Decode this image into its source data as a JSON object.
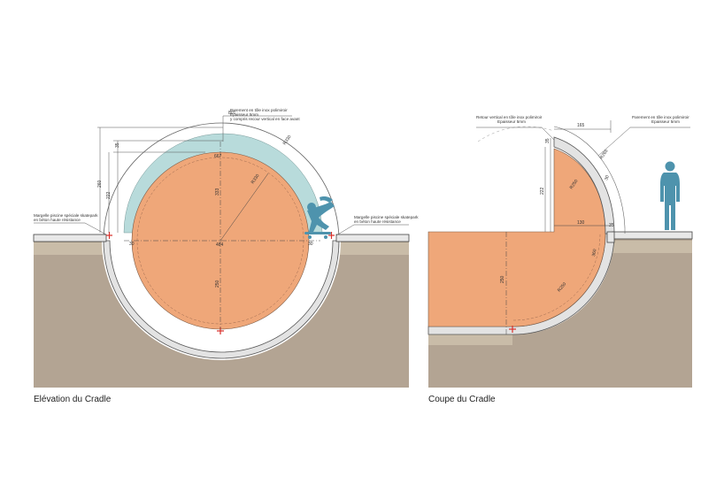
{
  "colors": {
    "ground": "#b3a493",
    "ground_band": "#c9bca8",
    "orange": "#efa779",
    "cyan": "#b8dbdb",
    "concrete": "#e3e3e3",
    "figure": "#4e93ad",
    "line": "#555555",
    "red_mark": "#d9302a"
  },
  "icons": {
    "skater": "skateboarder-silhouette-icon",
    "person": "standing-person-silhouette-icon"
  },
  "elevation": {
    "caption": "Elévation du Cradle",
    "note_top": [
      "Parement en tôle inox polimiroir",
      "Epaisseur 5mm",
      "y compris recour vertical en face avant"
    ],
    "note_left": [
      "Margelle piscine spéciale skatepark",
      "en béton haute résistance"
    ],
    "note_right": [
      "Margelle piscine spéciale skatepark",
      "en béton haute résistance"
    ],
    "dims": {
      "top": "801",
      "left_small": "35",
      "left_mid": "222",
      "left_big": "260",
      "inner_top": "667",
      "inner_vertical": "333",
      "radius_diag": "R330",
      "width": "484",
      "lower_vertical": "250",
      "edge_left": "30",
      "edge_right": "30"
    }
  },
  "section": {
    "caption": "Coupe du Cradle",
    "note_left": [
      "Retour vertical en tôle inox polimiroir",
      "Epaisseur 5mm"
    ],
    "note_right": [
      "Parement en tôle inox polimiroir",
      "Epaisseur 5mm"
    ],
    "dims": {
      "top": "165",
      "left_small": "35",
      "left_mid": "222",
      "radius_top": "R265",
      "radius_inner": "R250",
      "horiz": "130",
      "side": "35",
      "lower_vertical": "250",
      "side_vertical": "360",
      "radius_bottom": "R250",
      "small_angle": "30"
    }
  }
}
